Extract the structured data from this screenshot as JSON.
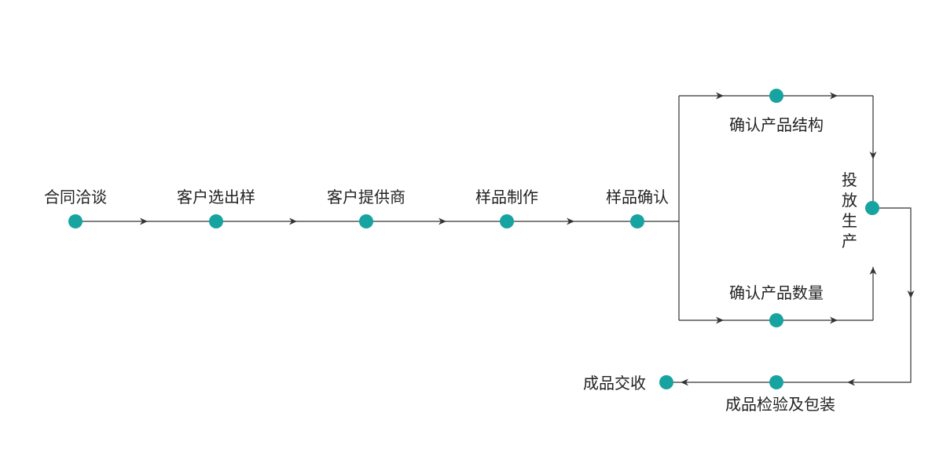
{
  "colors": {
    "node": "#17a3a0",
    "line": "#333333",
    "text": "#222222",
    "background": "#ffffff"
  },
  "steps": [
    {
      "id": "contract-negotiation",
      "label": "合同洽谈"
    },
    {
      "id": "customer-sample-selection",
      "label": "客户选出样"
    },
    {
      "id": "customer-supplier",
      "label": "客户提供商"
    },
    {
      "id": "sample-making",
      "label": "样品制作"
    },
    {
      "id": "sample-confirmation",
      "label": "样品确认"
    },
    {
      "id": "confirm-structure",
      "label": "确认产品结构"
    },
    {
      "id": "confirm-quantity",
      "label": "确认产品数量"
    },
    {
      "id": "start-production",
      "label": "投放生产",
      "vertical": [
        "投",
        "放",
        "生",
        "产"
      ]
    },
    {
      "id": "inspection-packaging",
      "label": "成品检验及包装"
    },
    {
      "id": "delivery-acceptance",
      "label": "成品交收"
    }
  ]
}
